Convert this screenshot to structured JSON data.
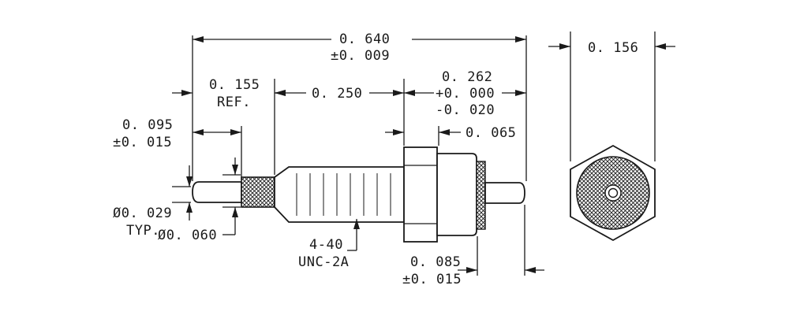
{
  "dimensions": {
    "overall_length": {
      "value": "0. 640",
      "tolerance": "±0. 009"
    },
    "hex_width": {
      "value": "0. 156"
    },
    "ref_length": {
      "value": "0. 155",
      "note": "REF."
    },
    "thread_length": {
      "value": "0. 250"
    },
    "rear_length": {
      "value": "0. 262",
      "tol_plus": "+0. 000",
      "tol_minus": "-0. 020"
    },
    "pin_length": {
      "value": "0. 095",
      "tolerance": "±0. 015"
    },
    "collar_length": {
      "value": "0. 065"
    },
    "pin_diameter": {
      "value": "Ø0. 029",
      "note": "TYP."
    },
    "knurl_diameter": {
      "value": "Ø0. 060"
    },
    "thread_spec": {
      "size": "4-40",
      "class": "UNC-2A"
    },
    "tail_length": {
      "value": "0. 085",
      "tolerance": "±0. 015"
    }
  }
}
